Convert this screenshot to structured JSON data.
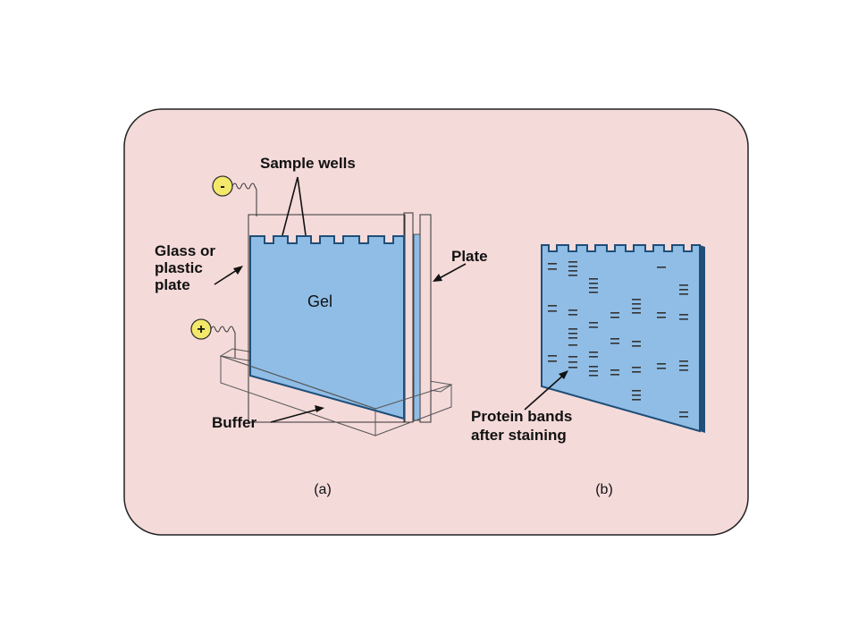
{
  "labels": {
    "sample_wells": "Sample wells",
    "glass_line1": "Glass or",
    "glass_line2": "plastic",
    "glass_line3": "plate",
    "plate": "Plate",
    "gel": "Gel",
    "buffer": "Buffer",
    "protein_line1": "Protein bands",
    "protein_line2": "after staining",
    "caption_a": "(a)",
    "caption_b": "(b)",
    "minus": "-",
    "plus": "+"
  },
  "colors": {
    "panel_bg": "#f5dada",
    "gel_blue": "#8fbde6",
    "gel_dark": "#1f4f78",
    "terminal_yellow": "#f4e86a",
    "band": "#333333"
  }
}
